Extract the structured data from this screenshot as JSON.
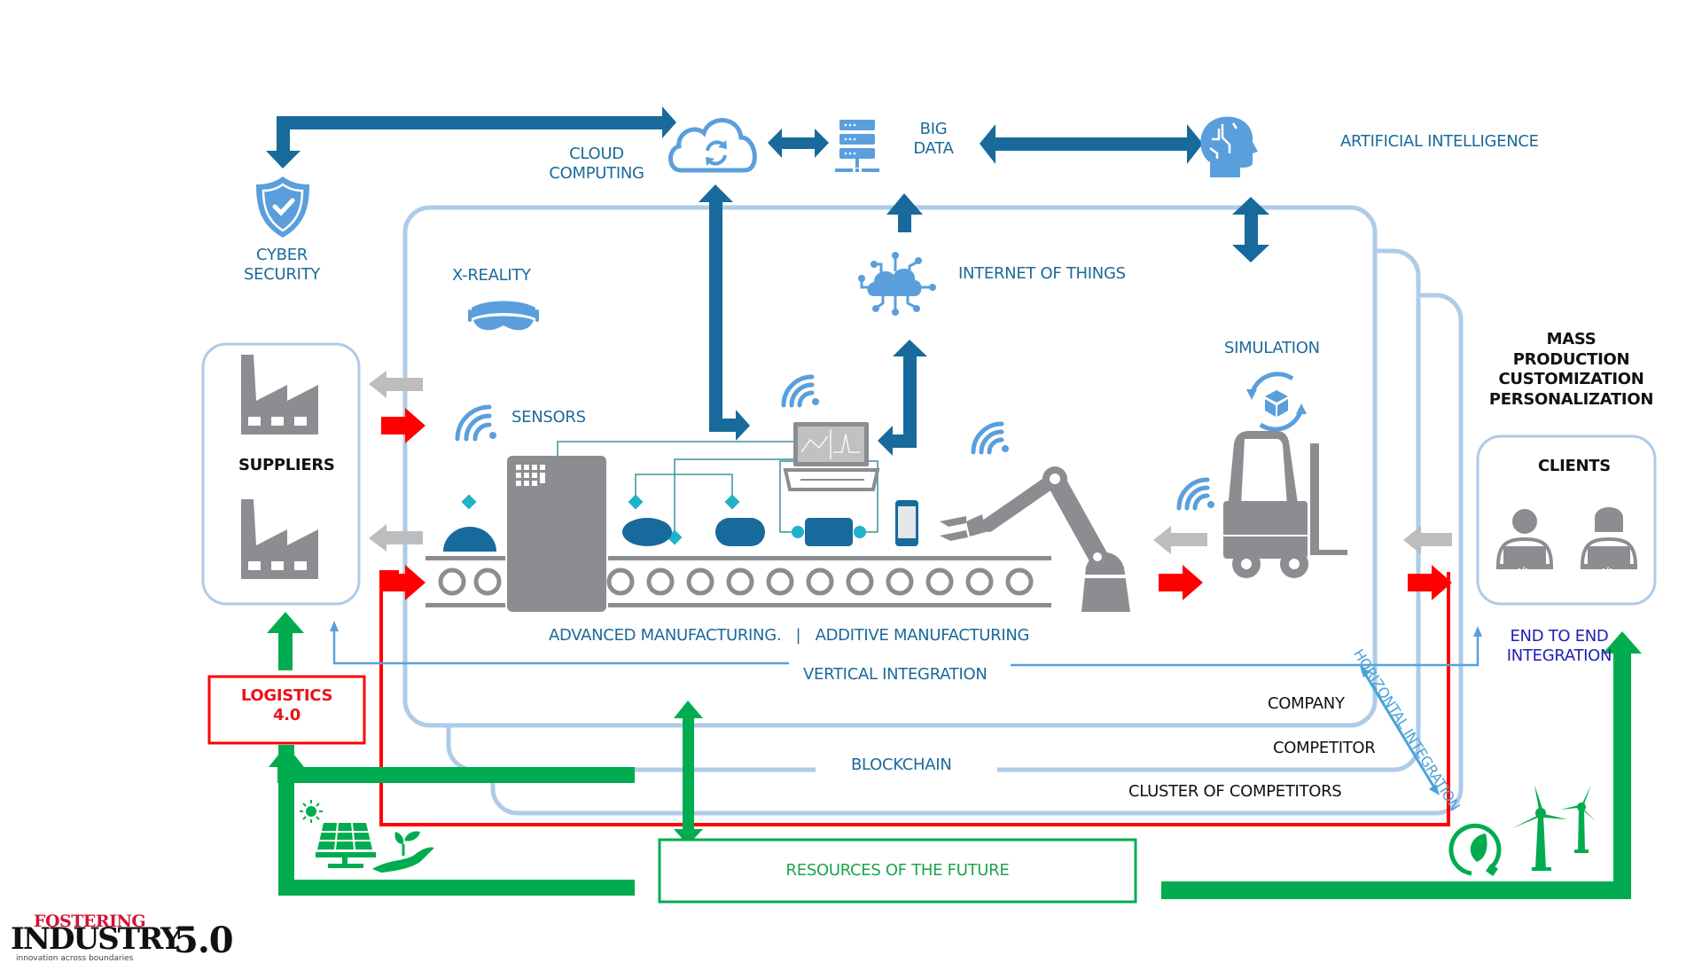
{
  "diagram": {
    "colors": {
      "dark_blue": "#176a9b",
      "light_blue": "#5a9fdc",
      "frame_blue": "#a9c8e8",
      "gray": "#8b8d90",
      "red": "#ff0000",
      "green": "#00ac4f",
      "teal": "#1fb2c8",
      "navy_text": "#1f1fb3"
    },
    "top_row": {
      "cyber_security": "CYBER\nSECURITY",
      "cyber_security_l1": "CYBER",
      "cyber_security_l2": "SECURITY",
      "cloud_l1": "CLOUD",
      "cloud_l2": "COMPUTING",
      "big_data_l1": "BIG",
      "big_data_l2": "DATA",
      "ai": "ARTIFICIAL INTELLIGENCE"
    },
    "company_layer": {
      "x_reality": "X-REALITY",
      "internet_of_things": "INTERNET OF THINGS",
      "simulation": "SIMULATION",
      "sensors": "SENSORS",
      "manufacturing": "ADVANCED MANUFACTURING.   |   ADDITIVE MANUFACTURING",
      "vertical_integration": "VERTICAL INTEGRATION",
      "company": "COMPANY",
      "competitor": "COMPETITOR",
      "blockchain": "BLOCKCHAIN",
      "cluster": "CLUSTER OF COMPETITORS",
      "horizontal_integration": "HORIZONTAL INTEGRATION"
    },
    "suppliers": {
      "label": "SUPPLIERS"
    },
    "clients": {
      "heading_l1": "MASS",
      "heading_l2": "PRODUCTION",
      "heading_l3": "CUSTOMIZATION",
      "heading_l4": "PERSONALIZATION",
      "label": "CLIENTS",
      "code_glyph": "</>",
      "end_to_end_l1": "END TO END",
      "end_to_end_l2": "INTEGRATION"
    },
    "logistics": {
      "l1": "LOGISTICS",
      "l2": "4.0"
    },
    "resources": {
      "label": "RESOURCES OF THE FUTURE"
    },
    "icons": [
      "shield-check-icon",
      "cloud-sync-icon",
      "server-icon",
      "ai-head-icon",
      "vr-headset-icon",
      "iot-cloud-icon",
      "simulation-cube-icon",
      "wifi-icon",
      "factory-icon",
      "robot-arm-icon",
      "forklift-icon",
      "laptop-icon",
      "smartphone-icon",
      "developer-icon",
      "solar-panel-icon",
      "plant-hand-icon",
      "eco-plug-icon",
      "wind-turbine-icon"
    ]
  },
  "logo": {
    "line1": "FOSTERING",
    "line2": "INDUSTRY",
    "version": "5.0",
    "tagline": "innovation across boundaries"
  }
}
